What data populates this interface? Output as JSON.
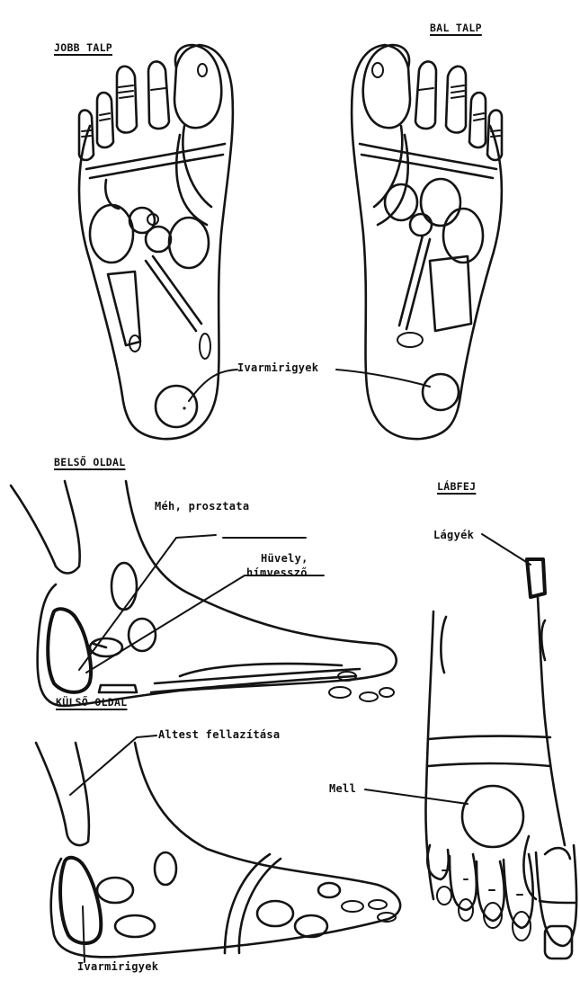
{
  "headers": {
    "jobb_talp": "JOBB TALP",
    "bal_talp": "BAL TALP",
    "belso_oldal": "BELSŐ OLDAL",
    "lábfej": "LÁBFEJ",
    "kulso_oldal": "KÜLSŐ OLDAL"
  },
  "labels": {
    "ivarmirigyek_top": "Ivarmirigyek",
    "meh_prosztata": "Méh, prosztata",
    "huvely_line1": "Hüvely,",
    "huvely_line2": "hímvessző",
    "lagyek": "Lágyék",
    "altest": "Altest fellazítása",
    "mell": "Mell",
    "ivarmirigyek_bottom": "Ivarmirigyek"
  },
  "colors": {
    "ink": "#141414",
    "paper": "#ffffff"
  }
}
